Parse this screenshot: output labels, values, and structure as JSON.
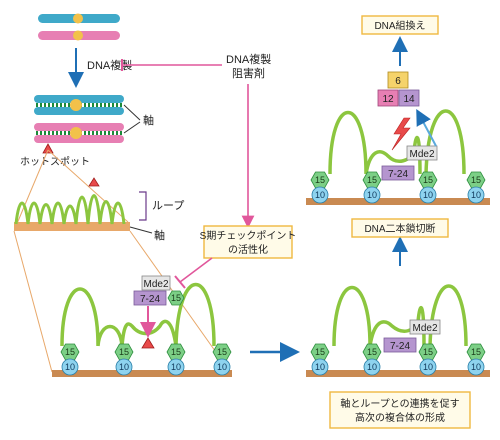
{
  "labels": {
    "replication": "DNA複製",
    "inhibitor_line1": "DNA複製",
    "inhibitor_line2": "阻害剤",
    "axis_top": "軸",
    "axis_bottom": "軸",
    "hotspot": "ホットスポット",
    "loop": "ループ",
    "checkpoint_line1": "S期チェックポイント",
    "checkpoint_line2": "の活性化",
    "dsb": "DNA二本鎖切断",
    "recombination": "DNA組換え",
    "complex_line1": "軸とループとの連携を促す",
    "complex_line2": "高次の複合体の形成"
  },
  "proteins": {
    "p15": "15",
    "p10": "10",
    "mde2": "Mde2",
    "p724": "7-24",
    "p6": "6",
    "p12": "12",
    "p14": "14"
  },
  "colors": {
    "loop_green": "#8cc63f",
    "axis_orange": "#e8a86a",
    "chrom_blue": "#3fa9c9",
    "chrom_pink": "#e77fb3",
    "hex_green": "#7ccf86",
    "circle_blue": "#8ed3ef",
    "arrow_blue": "#1f6fb5",
    "inhibit_pink": "#e1579b",
    "box_border": "#f0b840",
    "box_fill": "#fffbe8",
    "hotspot_red": "#e84a4a"
  }
}
